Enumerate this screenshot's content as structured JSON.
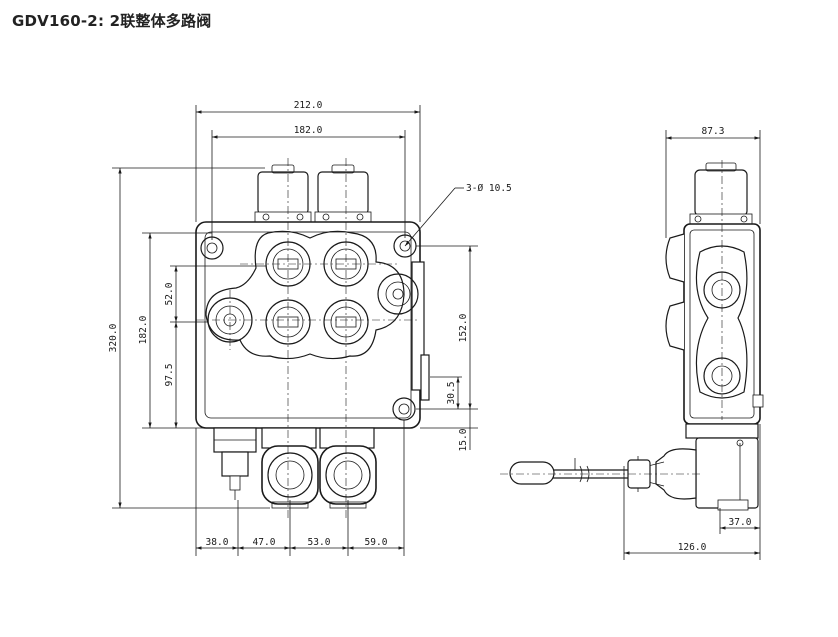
{
  "title": "GDV160-2: 2联整体多路阀",
  "front_view": {
    "dims": {
      "width_total": "212.0",
      "width_inner": "182.0",
      "height_total": "320.0",
      "height_182": "182.0",
      "height_52": "52.0",
      "height_97": "97.5",
      "height_152": "152.0",
      "height_30": "30.5",
      "height_15": "15.0",
      "hole_callout": "3-Ø 10.5",
      "bottom_38": "38.0",
      "bottom_47": "47.0",
      "bottom_53": "53.0",
      "bottom_59": "59.0"
    }
  },
  "side_view": {
    "dims": {
      "width_top": "87.3",
      "width_37": "37.0",
      "width_bottom": "126.0"
    }
  }
}
